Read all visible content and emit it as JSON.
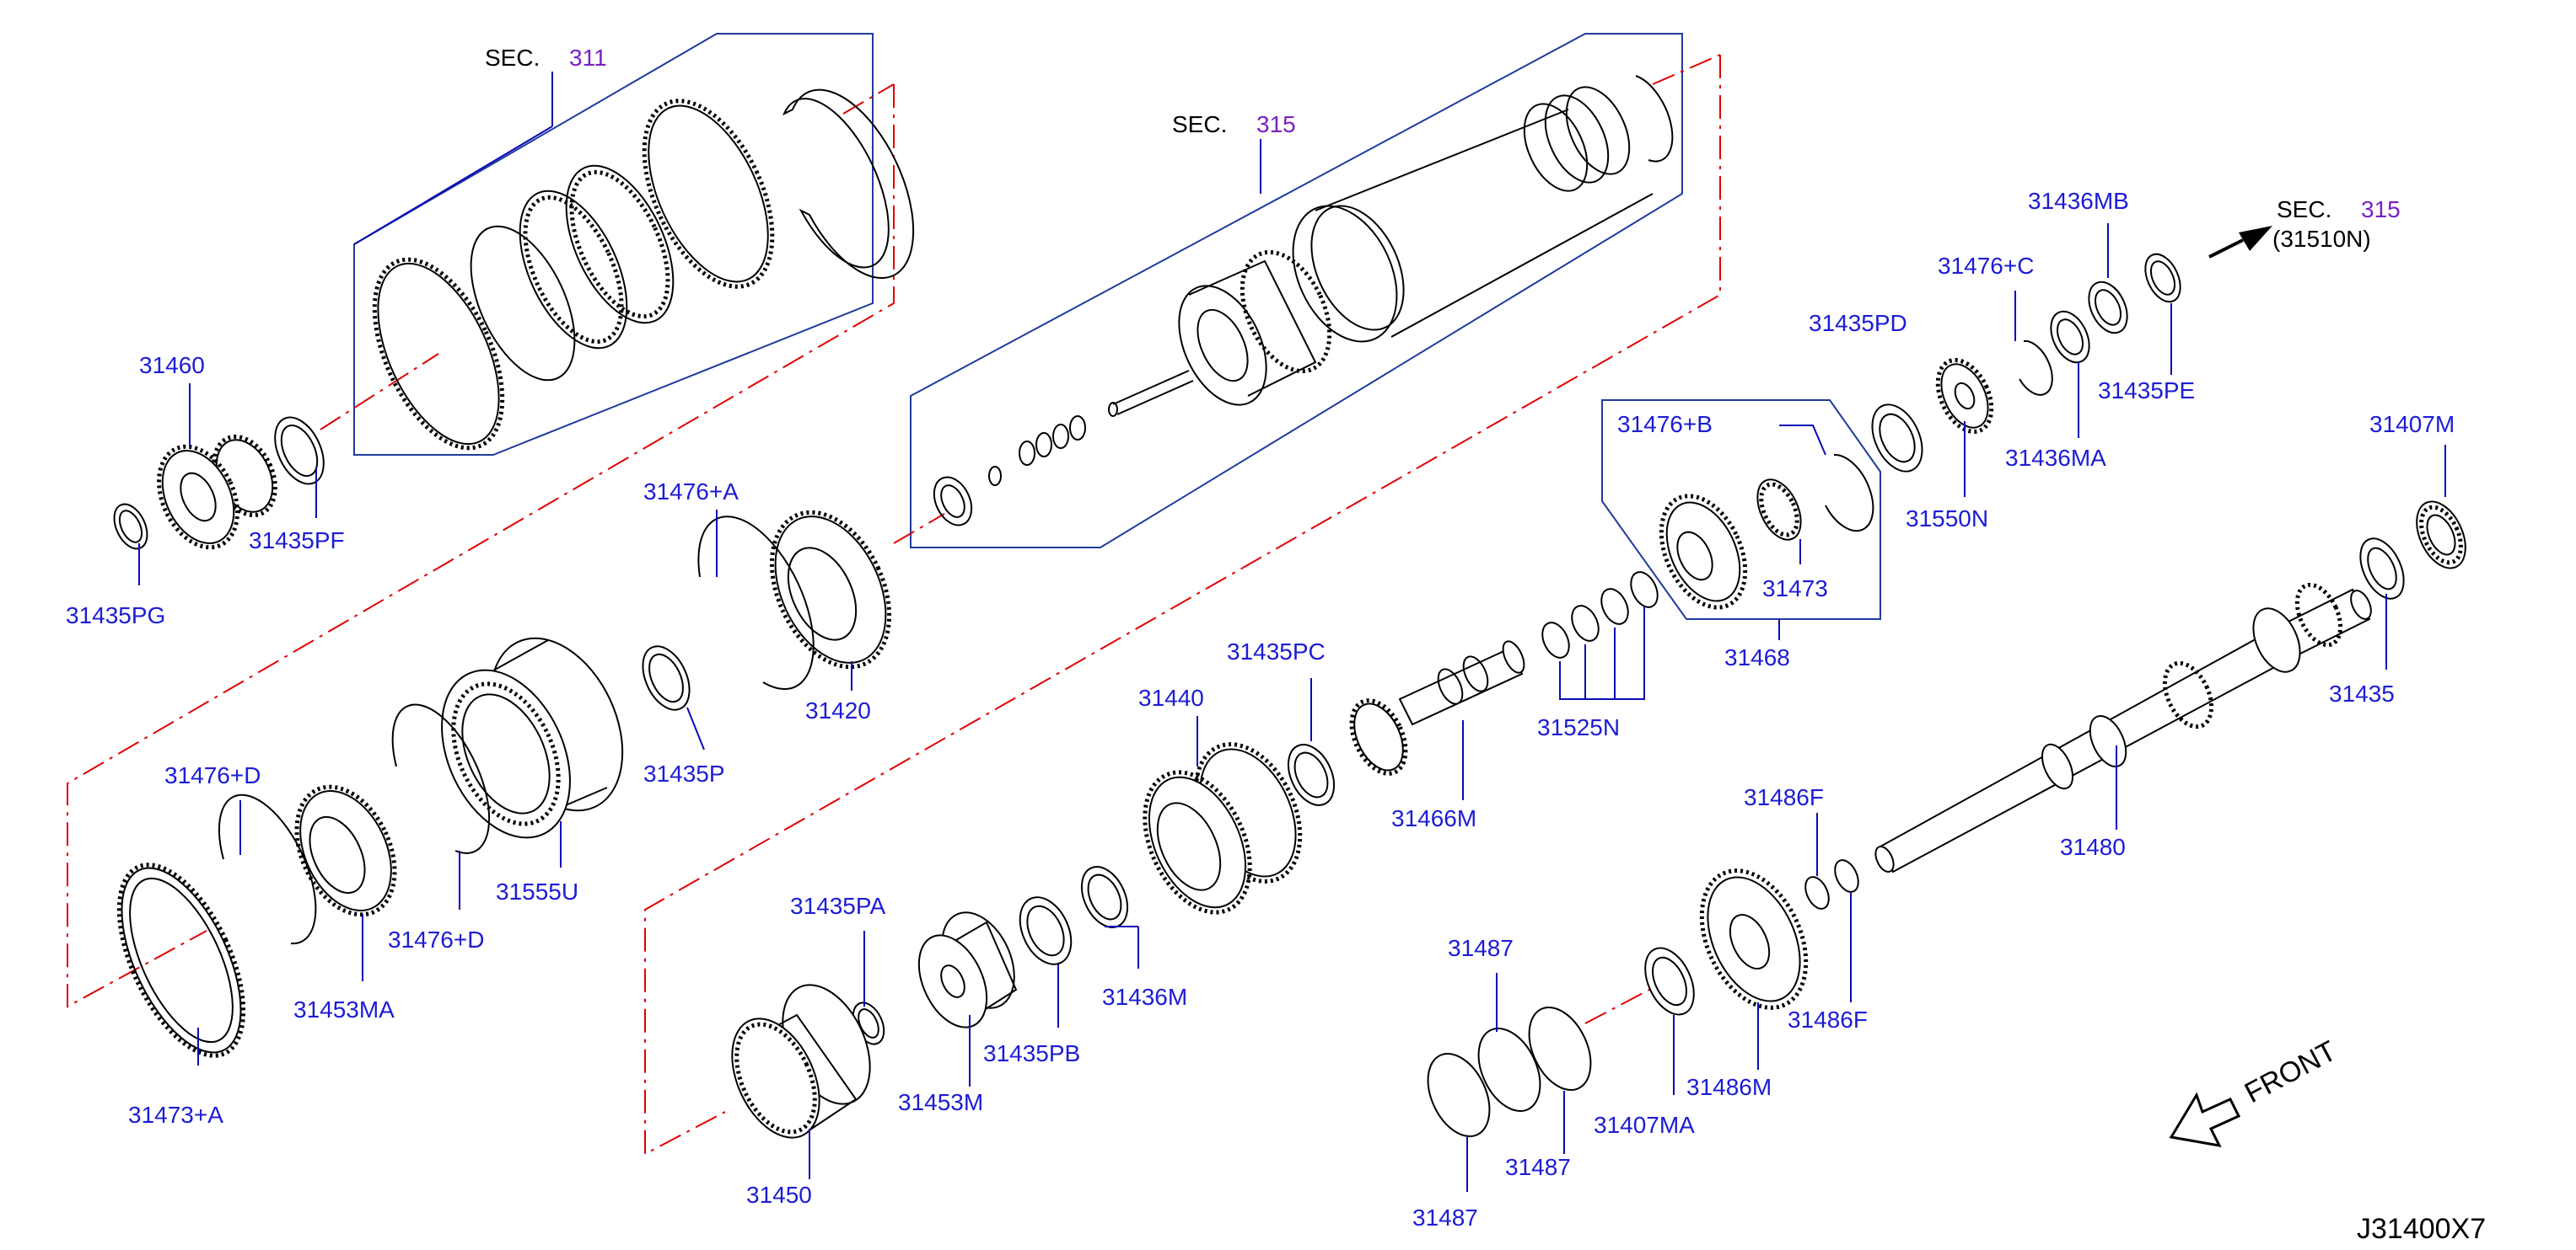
{
  "diagram_code": "J31400X7",
  "front_label": "FRONT",
  "sections": [
    {
      "id": "sec311",
      "prefix": "SEC.",
      "number": "311"
    },
    {
      "id": "sec315a",
      "prefix": "SEC.",
      "number": "315"
    },
    {
      "id": "sec315b",
      "prefix": "SEC.",
      "number": "315",
      "sub": "(31510N)"
    }
  ],
  "parts": [
    {
      "id": "p31460",
      "label": "31460"
    },
    {
      "id": "p31435PF",
      "label": "31435PF"
    },
    {
      "id": "p31435PG",
      "label": "31435PG"
    },
    {
      "id": "p31476A",
      "label": "31476+A"
    },
    {
      "id": "p31420",
      "label": "31420"
    },
    {
      "id": "p31435P",
      "label": "31435P"
    },
    {
      "id": "p31476D1",
      "label": "31476+D"
    },
    {
      "id": "p31476D2",
      "label": "31476+D"
    },
    {
      "id": "p31555U",
      "label": "31555U"
    },
    {
      "id": "p31453MA",
      "label": "31453MA"
    },
    {
      "id": "p31473A",
      "label": "31473+A"
    },
    {
      "id": "p31440",
      "label": "31440"
    },
    {
      "id": "p31435PC",
      "label": "31435PC"
    },
    {
      "id": "p31466M",
      "label": "31466M"
    },
    {
      "id": "p31525N",
      "label": "31525N"
    },
    {
      "id": "p31476B",
      "label": "31476+B"
    },
    {
      "id": "p31473",
      "label": "31473"
    },
    {
      "id": "p31468",
      "label": "31468"
    },
    {
      "id": "p31435PD",
      "label": "31435PD"
    },
    {
      "id": "p31550N",
      "label": "31550N"
    },
    {
      "id": "p31476C",
      "label": "31476+C"
    },
    {
      "id": "p31436MB",
      "label": "31436MB"
    },
    {
      "id": "p31436MA",
      "label": "31436MA"
    },
    {
      "id": "p31435PE",
      "label": "31435PE"
    },
    {
      "id": "p31407M",
      "label": "31407M"
    },
    {
      "id": "p31435",
      "label": "31435"
    },
    {
      "id": "p31480",
      "label": "31480"
    },
    {
      "id": "p31486F1",
      "label": "31486F"
    },
    {
      "id": "p31486F2",
      "label": "31486F"
    },
    {
      "id": "p31486M",
      "label": "31486M"
    },
    {
      "id": "p31407MA",
      "label": "31407MA"
    },
    {
      "id": "p31487a",
      "label": "31487"
    },
    {
      "id": "p31487b",
      "label": "31487"
    },
    {
      "id": "p31487c",
      "label": "31487"
    },
    {
      "id": "p31435PA",
      "label": "31435PA"
    },
    {
      "id": "p31453M",
      "label": "31453M"
    },
    {
      "id": "p31435PB",
      "label": "31435PB"
    },
    {
      "id": "p31436M",
      "label": "31436M"
    },
    {
      "id": "p31450",
      "label": "31450"
    }
  ],
  "colors": {
    "part_label": "#1c1cd6",
    "section_number": "#7a1fc4",
    "section_box": "#1f3b9e",
    "phantom_line": "#e00000",
    "outline": "#000000"
  }
}
